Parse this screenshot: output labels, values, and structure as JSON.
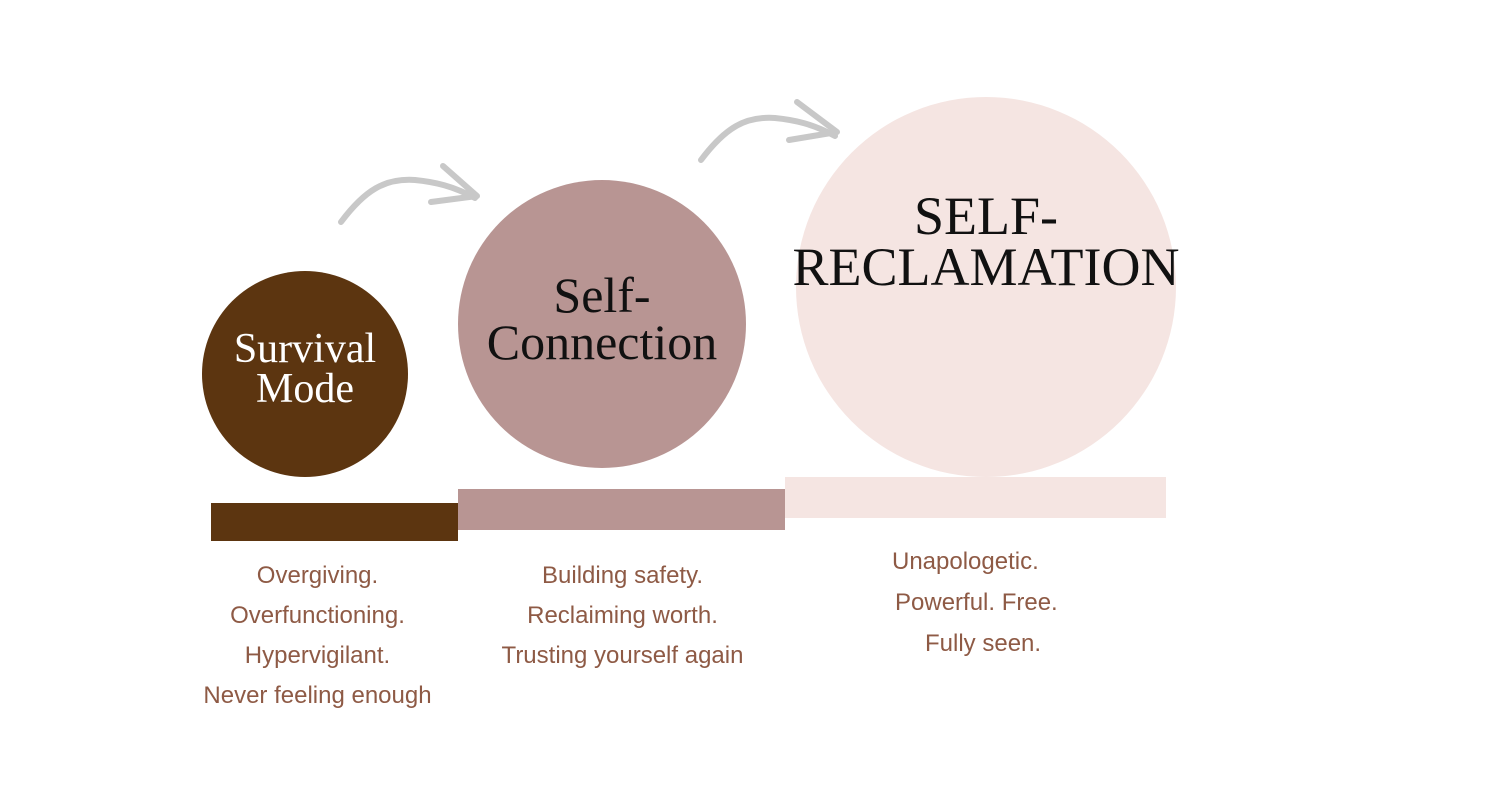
{
  "colors": {
    "survival": "#5c3510",
    "connection": "#b89593",
    "reclamation": "#f5e5e2",
    "description_text": "#8e5a45",
    "arrow": "#c8c8c8"
  },
  "stages": [
    {
      "id": "survival-mode",
      "title_lines": [
        "Survival",
        "Mode"
      ],
      "descriptions": [
        "Overgiving.",
        "Overfunctioning.",
        "Hypervigilant.",
        "Never feeling enough"
      ]
    },
    {
      "id": "self-connection",
      "title_lines": [
        "Self-",
        "Connection"
      ],
      "descriptions": [
        "Building safety.",
        "Reclaiming worth.",
        "Trusting yourself again"
      ]
    },
    {
      "id": "self-reclamation",
      "title_lines": [
        "SELF-",
        "RECLAMATION"
      ],
      "descriptions": [
        "Unapologetic.",
        "Powerful. Free.",
        "Fully seen."
      ]
    }
  ],
  "arrows": [
    {
      "name": "arrow-survival-to-connection",
      "icon": "curved-arrow-right-icon"
    },
    {
      "name": "arrow-connection-to-reclamation",
      "icon": "curved-arrow-right-icon"
    }
  ]
}
